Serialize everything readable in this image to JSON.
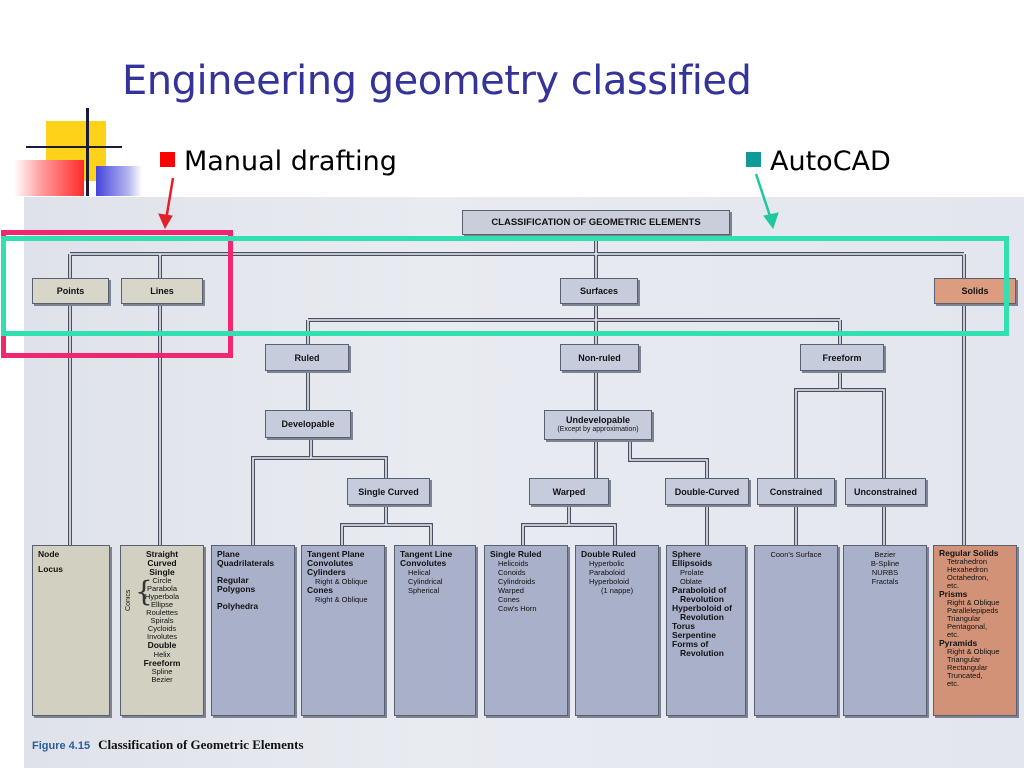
{
  "title": "Engineering geometry classified",
  "legend": {
    "manual": {
      "label": "Manual drafting",
      "color": "#ff0000"
    },
    "autocad": {
      "label": "AutoCAD",
      "color": "#0f9a9a"
    }
  },
  "colors": {
    "manual_highlight": "#f2266e",
    "autocad_highlight": "#30e0b0",
    "title_blue": "#33339a"
  },
  "diagram": {
    "root": "CLASSIFICATION OF GEOMETRIC ELEMENTS",
    "points": "Points",
    "lines": "Lines",
    "surfaces": "Surfaces",
    "solids": "Solids",
    "ruled": "Ruled",
    "nonruled": "Non-ruled",
    "freeform": "Freeform",
    "developable": "Developable",
    "undevelopable": "Undevelopable",
    "undevelopable_note": "(Except by approximation)",
    "single_curved": "Single Curved",
    "warped": "Warped",
    "double_curved": "Double-Curved",
    "constrained": "Constrained",
    "unconstrained": "Unconstrained",
    "conics_label": "Conics"
  },
  "columns": {
    "node": [
      "Node",
      "Locus"
    ],
    "lines": {
      "straight": "Straight",
      "curved": "Curved",
      "single": "Single",
      "conics": [
        "Circle",
        "Parabola",
        "Hyperbola",
        "Ellipse"
      ],
      "others": [
        "Roulettes",
        "Spirals",
        "Cycloids",
        "Involutes"
      ],
      "double": "Double",
      "helix": "Helix",
      "freeform": "Freeform",
      "free_items": [
        "Spline",
        "Bezier"
      ]
    },
    "plane": {
      "plane": "Plane",
      "quadrilaterals": "Quadrilaterals",
      "regular": "Regular",
      "polygons": "Polygons",
      "polyhedra": "Polyhedra"
    },
    "tangent_plane": {
      "h1": "Tangent Plane",
      "h2": "Convolutes",
      "h3": "Cylinders",
      "i1": "Right & Oblique",
      "h4": "Cones",
      "i2": "Right & Oblique"
    },
    "tangent_line": {
      "h1": "Tangent Line",
      "h2": "Convolutes",
      "items": [
        "Helical",
        "Cylindrical",
        "Spherical"
      ]
    },
    "single_ruled": {
      "h": "Single Ruled",
      "items": [
        "Helicoids",
        "Conoids",
        "Cylindroids",
        "Warped",
        "Cones",
        "Cow's Horn"
      ]
    },
    "double_ruled": {
      "h": "Double Ruled",
      "items": [
        "Hyperbolic",
        "Paraboloid",
        "Hyperboloid",
        "(1 nappe)"
      ]
    },
    "double_curved": {
      "sphere": "Sphere",
      "ellipsoids": "Ellipsoids",
      "prolate": "Prolate",
      "oblate": "Oblate",
      "parab1": "Paraboloid of",
      "parab2": "Revolution",
      "hyper1": "Hyperboloid of",
      "hyper2": "Revolution",
      "torus": "Torus",
      "serpentine": "Serpentine",
      "forms1": "Forms of",
      "forms2": "Revolution"
    },
    "constrained": [
      "Coon's Surface"
    ],
    "unconstrained": [
      "Bezier",
      "B-Spline",
      "NURBS",
      "Fractals"
    ],
    "solids": {
      "regular": "Regular Solids",
      "regular_items": [
        "Tetrahedron",
        "Hexahedron",
        "Octahedron,",
        "etc."
      ],
      "prisms": "Prisms",
      "prism_items": [
        "Right & Oblique",
        "Parallelepipeds",
        "Triangular",
        "Pentagonal,",
        "etc."
      ],
      "pyramids": "Pyramids",
      "pyramid_items": [
        "Right & Oblique",
        "Triangular",
        "Rectangular",
        "Truncated,",
        "etc."
      ]
    }
  },
  "caption": {
    "figure": "Figure 4.15",
    "text": "Classification of Geometric Elements"
  }
}
